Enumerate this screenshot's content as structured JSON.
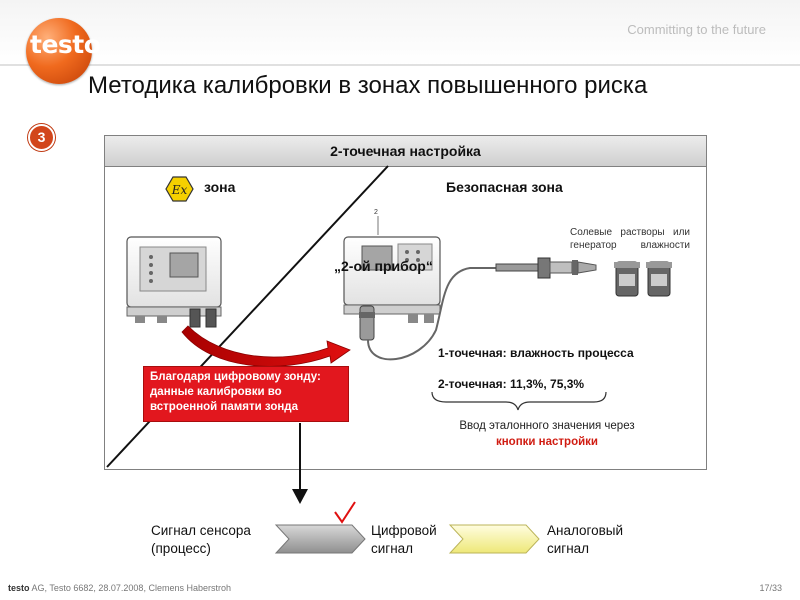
{
  "header": {
    "logo_text": "testo",
    "tagline": "Committing to the future",
    "title": "Методика калибровки в зонах повышенного риска"
  },
  "step_badge": "3",
  "panel": {
    "header": "2-точечная настройка",
    "zone_label": "зона",
    "ex_symbol": "Ex",
    "safe_zone_label": "Безопасная зона",
    "second_device_label": "„2-ой прибор“",
    "small_marker": "2",
    "salt_solutions_text": "Солевые растворы или генератор влажности",
    "one_point_text": "1-точечная: влажность процесса",
    "two_point_text": "2-точечная: 11,3%, 75,3%",
    "reference_input_text": "Ввод эталонного значения через",
    "buttons_text": "кнопки настройки",
    "digital_probe_lines": [
      "Благодаря цифровому зонду:",
      "данные калибровки во",
      "встроенной памяти зонда"
    ]
  },
  "flow": {
    "sensor_signal_lines": [
      "Сигнал сенсора",
      "(процесс)"
    ],
    "digital_signal_lines": [
      "Цифровой",
      "сигнал"
    ],
    "analog_signal_lines": [
      "Аналоговый",
      "сигнал"
    ]
  },
  "footer": {
    "brand": "testo",
    "text": " AG, Testo 6682, 28.07.2008, Clemens Haberstroh",
    "page": "17/33"
  },
  "colors": {
    "accent_orange": "#f06a1e",
    "red_box": "#e2171e",
    "button_text": "#d01c12",
    "gray_chevron": "#a0a0a0",
    "yellow_chevron": "#fbf7a8",
    "ex_yellow": "#f5d000"
  }
}
